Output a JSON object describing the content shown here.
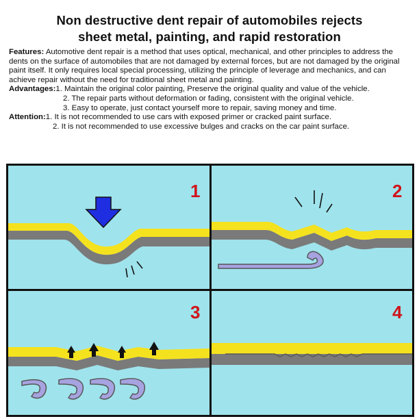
{
  "title": {
    "line1": "Non destructive dent repair of automobiles rejects",
    "line2": "sheet metal, painting, and rapid restoration"
  },
  "features": {
    "label": "Features:",
    "text": " Automotive dent repair is a method that uses optical, mechanical, and other principles to address the dents on the surface of automobiles that are not damaged by external forces, but are not damaged by the original paint itself. It only requires local special processing, utilizing the principle of leverage and mechanics, and can achieve repair without the need for traditional sheet metal and painting."
  },
  "advantages": {
    "label": "Advantages:",
    "item1": "1. Maintain the original color painting, Preserve the original quality and value of the vehicle.",
    "item2": "2. The repair parts without deformation or fading, consistent with the original vehicle.",
    "item3": "3. Easy to operate, just contact yourself more to repair, saving money and time."
  },
  "attention": {
    "label": "Attention:",
    "item1": "1. It is not recommended to use cars with exposed primer or cracked paint surface.",
    "item2": "2. It is not recommended to use excessive bulges and cracks on the car paint surface."
  },
  "panels": [
    {
      "number": "1"
    },
    {
      "number": "2"
    },
    {
      "number": "3"
    },
    {
      "number": "4"
    }
  ],
  "colors": {
    "background": "#9fe3ec",
    "paint": "#f5e21e",
    "metal": "#7a7a7a",
    "tool": "#a7a3e0",
    "arrow_blue": "#1f2ee0",
    "number_red": "#d0141b"
  }
}
